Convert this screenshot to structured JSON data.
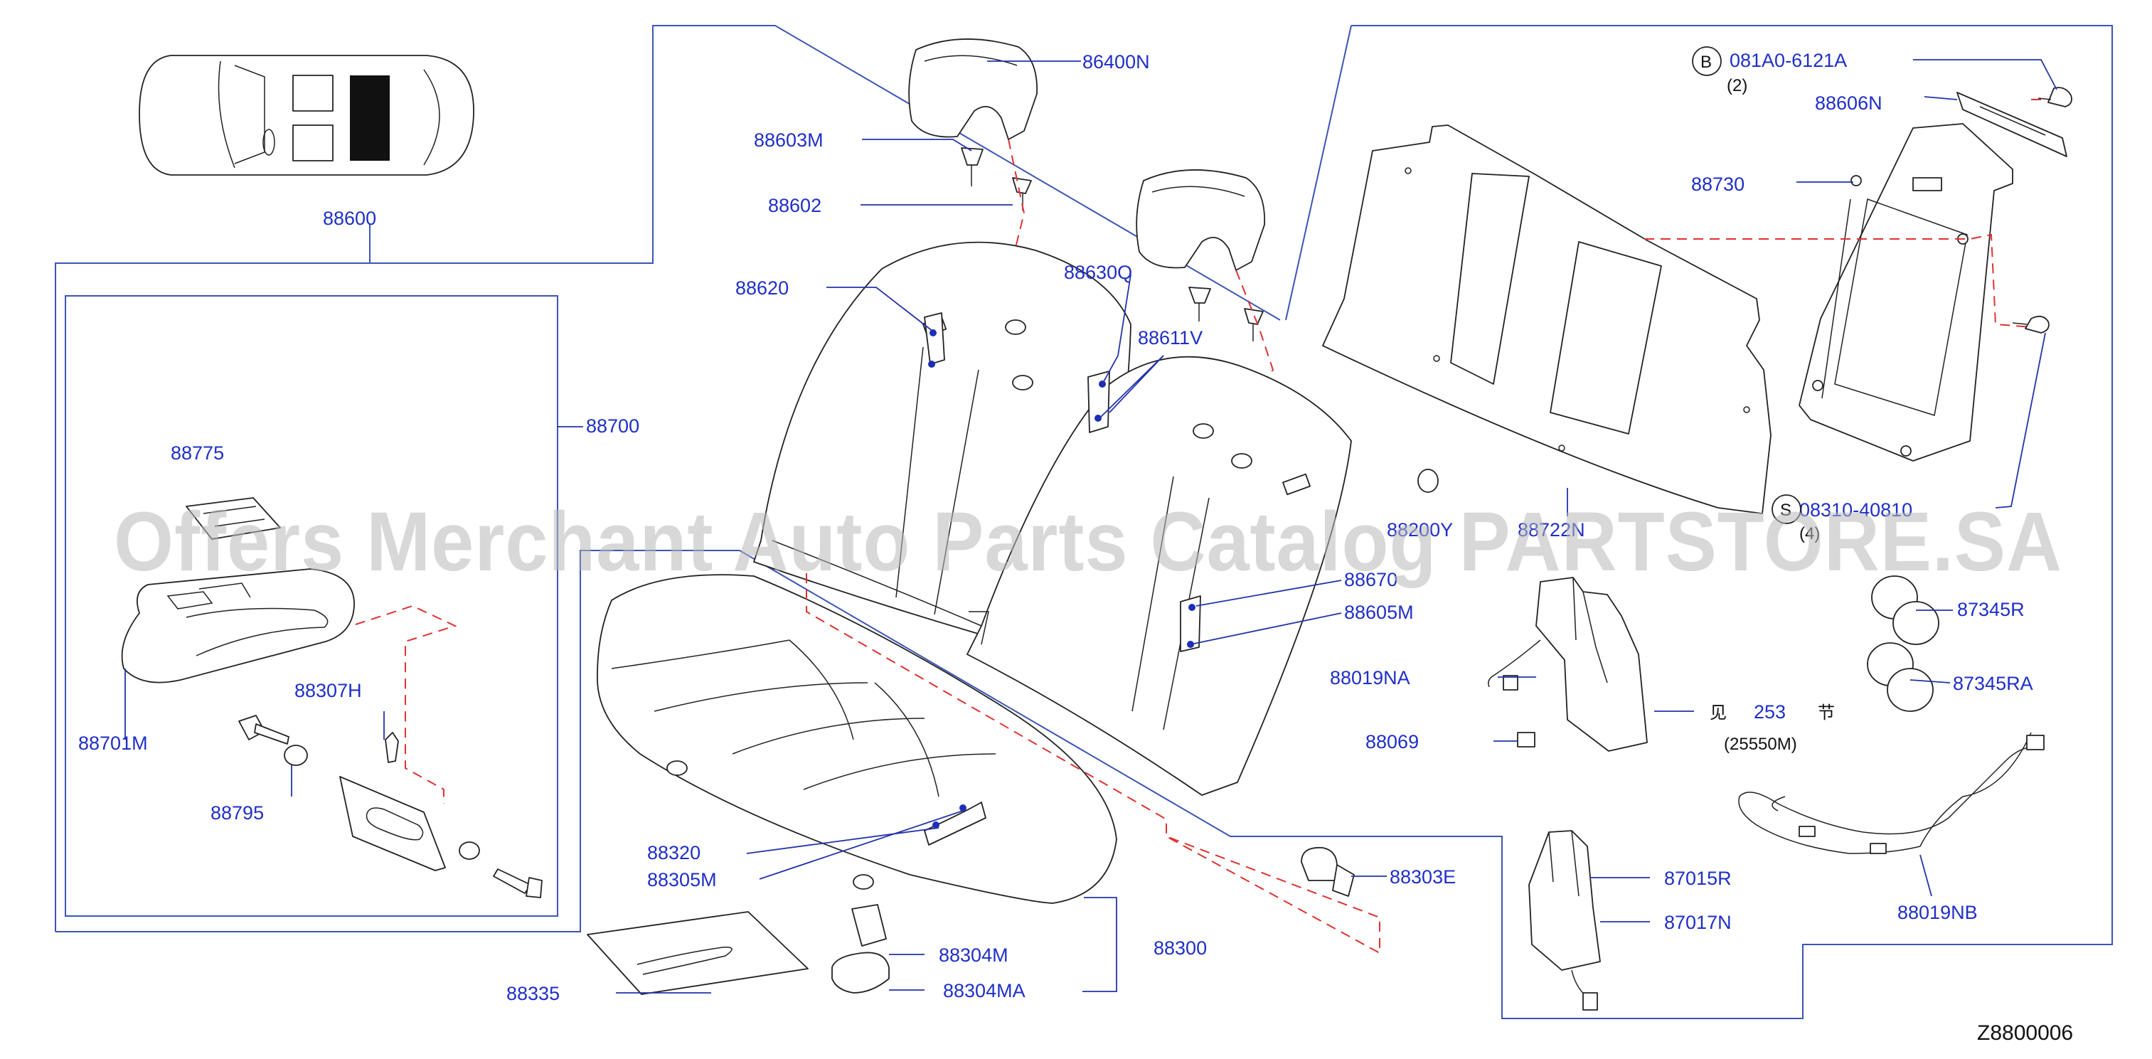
{
  "diagram_code": "Z8800006",
  "watermark": "Offers Merchant Auto Parts Catalog PARTSTORE.SA",
  "callouts": [
    "88600",
    "88700",
    "88775",
    "88701M",
    "88307H",
    "88795",
    "86400N",
    "88603M",
    "88602",
    "88620",
    "88630Q",
    "88611V",
    "88670",
    "88605M",
    "88320",
    "88305M",
    "88303E",
    "88300",
    "88304M",
    "88304MA",
    "88335",
    "88200Y",
    "88722N",
    "88019NA",
    "88069",
    "081A0-6121A",
    "(2)",
    "88606N",
    "88730",
    "08310-40810",
    "(4)",
    "87345R",
    "87345RA",
    "87015R",
    "87017N",
    "88019NB",
    "(25550M)"
  ],
  "symbols": {
    "b": "B",
    "s": "S"
  },
  "see_section": {
    "prefix": "见",
    "page": "253",
    "suffix": "节"
  },
  "colors": {
    "label": "#1f2fc8",
    "frame": "#3b55b5",
    "dashed": "#e03131",
    "part": "#222222"
  }
}
